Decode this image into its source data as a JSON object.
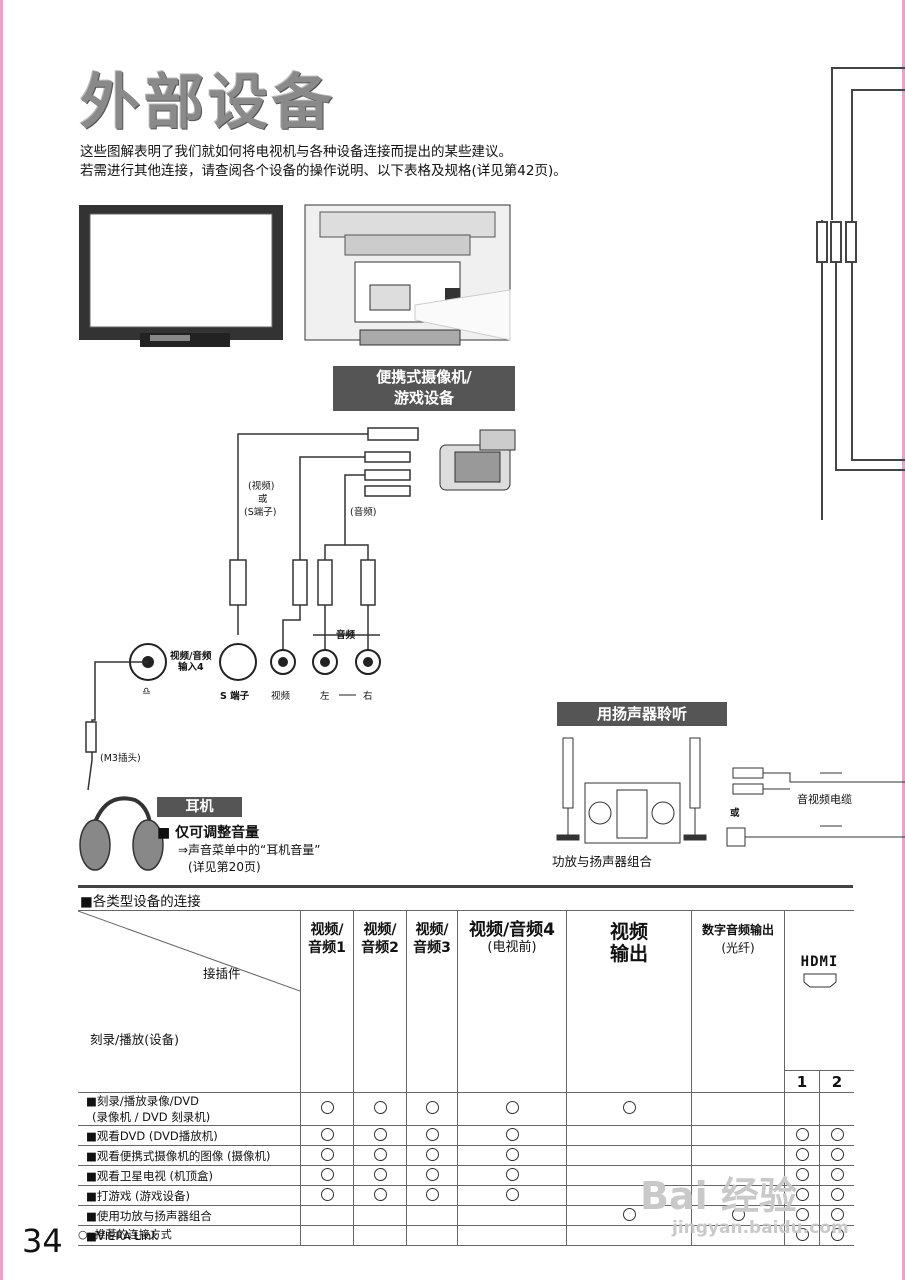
{
  "page": {
    "title": "外部设备",
    "intro_line1": "这些图解表明了我们就如何将电视机与各种设备连接而提出的某些建议。",
    "intro_line2": "若需进行其他连接，请查阅各个设备的操作说明、以下表格及规格(详见第42页)。",
    "page_number": "34"
  },
  "camcorder": {
    "title_line1": "便携式摄像机/",
    "title_line2": "游戏设备",
    "video_label": "(视频)",
    "or_label": "或",
    "s_label": "(S端子)",
    "audio_label": "(音频)",
    "panel_av4_1": "视频/音频",
    "panel_av4_2": "输入4",
    "panel_audio": "音频",
    "panel_s": "S 端子",
    "panel_video": "视频",
    "panel_left": "左",
    "panel_right": "右",
    "headphone_symbol": "♎"
  },
  "headphone": {
    "title": "耳机",
    "plug": "(M3插头)",
    "note_title": "■ 仅可调整音量",
    "note_line1": "⇒声音菜单中的“耳机音量”",
    "note_line2": "(详见第20页)"
  },
  "speaker": {
    "title": "用扬声器聆听",
    "or_label": "或",
    "cable_label": "音视频电缆",
    "system_label": "功放与扬声器组合"
  },
  "table": {
    "section_title": "■各类型设备的连接",
    "corner_top": "接插件",
    "corner_bottom": "刻录/播放(设备)",
    "headers": [
      {
        "line1": "视频/",
        "line2": "音频1"
      },
      {
        "line1": "视频/",
        "line2": "音频2"
      },
      {
        "line1": "视频/",
        "line2": "音频3"
      },
      {
        "line1": "视频/音频4",
        "line2": "(电视前)"
      },
      {
        "line1": "视频",
        "line2": "输出"
      },
      {
        "line1": "数字音频输出",
        "line2": "(光纤)"
      },
      {
        "line1": "HDMI",
        "line2": ""
      }
    ],
    "hdmi_sub": [
      "1",
      "2"
    ],
    "rows": [
      {
        "label": "■刻录/播放录像/DVD",
        "label2": "(录像机 / DVD 刻录机)",
        "marks": [
          1,
          1,
          1,
          1,
          1,
          0,
          0,
          0
        ]
      },
      {
        "label": "■观看DVD (DVD播放机)",
        "label2": "",
        "marks": [
          1,
          1,
          1,
          1,
          0,
          0,
          1,
          1
        ]
      },
      {
        "label": "■观看便携式摄像机的图像 (摄像机)",
        "label2": "",
        "marks": [
          1,
          1,
          1,
          1,
          0,
          0,
          1,
          1
        ]
      },
      {
        "label": "■观看卫星电视 (机顶盒)",
        "label2": "",
        "marks": [
          1,
          1,
          1,
          1,
          0,
          0,
          1,
          1
        ]
      },
      {
        "label": "■打游戏 (游戏设备)",
        "label2": "",
        "marks": [
          1,
          1,
          1,
          1,
          0,
          0,
          1,
          1
        ]
      },
      {
        "label": "■使用功放与扬声器组合",
        "label2": "",
        "marks": [
          0,
          0,
          0,
          0,
          1,
          1,
          1,
          1
        ]
      },
      {
        "label": "■VIERA Link",
        "label2": "",
        "marks": [
          0,
          0,
          0,
          0,
          0,
          0,
          1,
          1
        ]
      }
    ],
    "legend": "○: 推荐的连接方式"
  },
  "watermark": {
    "brand": "Bai 经验",
    "url": "jingyan.baidu.com"
  }
}
